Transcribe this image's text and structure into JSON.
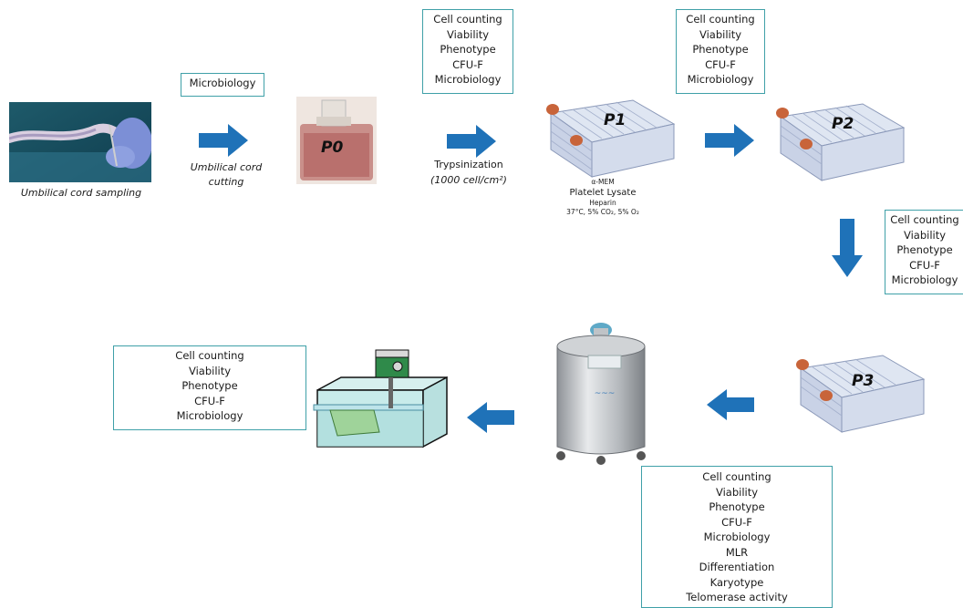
{
  "steps": {
    "sampling": {
      "caption": "Umbilical cord sampling"
    },
    "cutting": {
      "caption_line1": "Umbilical cord",
      "caption_line2": "cutting",
      "qc": [
        "Microbiology"
      ]
    },
    "p0": {
      "label": "P0"
    },
    "trypsin": {
      "caption_line1": "Trypsinization",
      "caption_line2": "(1000 cell/cm²)"
    },
    "p1": {
      "label": "P1",
      "medium": [
        "α-MEM",
        "Platelet Lysate",
        "Heparin",
        "37°C, 5% CO₂, 5% O₂"
      ]
    },
    "p2": {
      "label": "P2"
    },
    "p3": {
      "label": "P3"
    }
  },
  "qc_boxes": {
    "after_p0": [
      "Cell counting",
      "Viability",
      "Phenotype",
      "CFU-F",
      "Microbiology"
    ],
    "after_p1": [
      "Cell counting",
      "Viability",
      "Phenotype",
      "CFU-F",
      "Microbiology"
    ],
    "after_p2": [
      "Cell counting",
      "Viability",
      "Phenotype",
      "CFU-F",
      "Microbiology"
    ],
    "thaw": [
      "Cell counting",
      "Viability",
      "Phenotype",
      "CFU-F",
      "Microbiology"
    ],
    "cryo": [
      "Cell counting",
      "Viability",
      "Phenotype",
      "CFU-F",
      "Microbiology",
      "MLR",
      "Differentiation",
      "Karyotype",
      "Telomerase activity"
    ]
  },
  "colors": {
    "arrow": "#1f72b8",
    "box_border": "#3fa0a8",
    "flask_cap": "#c8643a"
  },
  "icons": [
    "photo-umbilical-cord",
    "culture-flask",
    "cell-factory-flask",
    "cryo-tank",
    "water-bath",
    "arrow-right",
    "arrow-down",
    "arrow-left"
  ]
}
